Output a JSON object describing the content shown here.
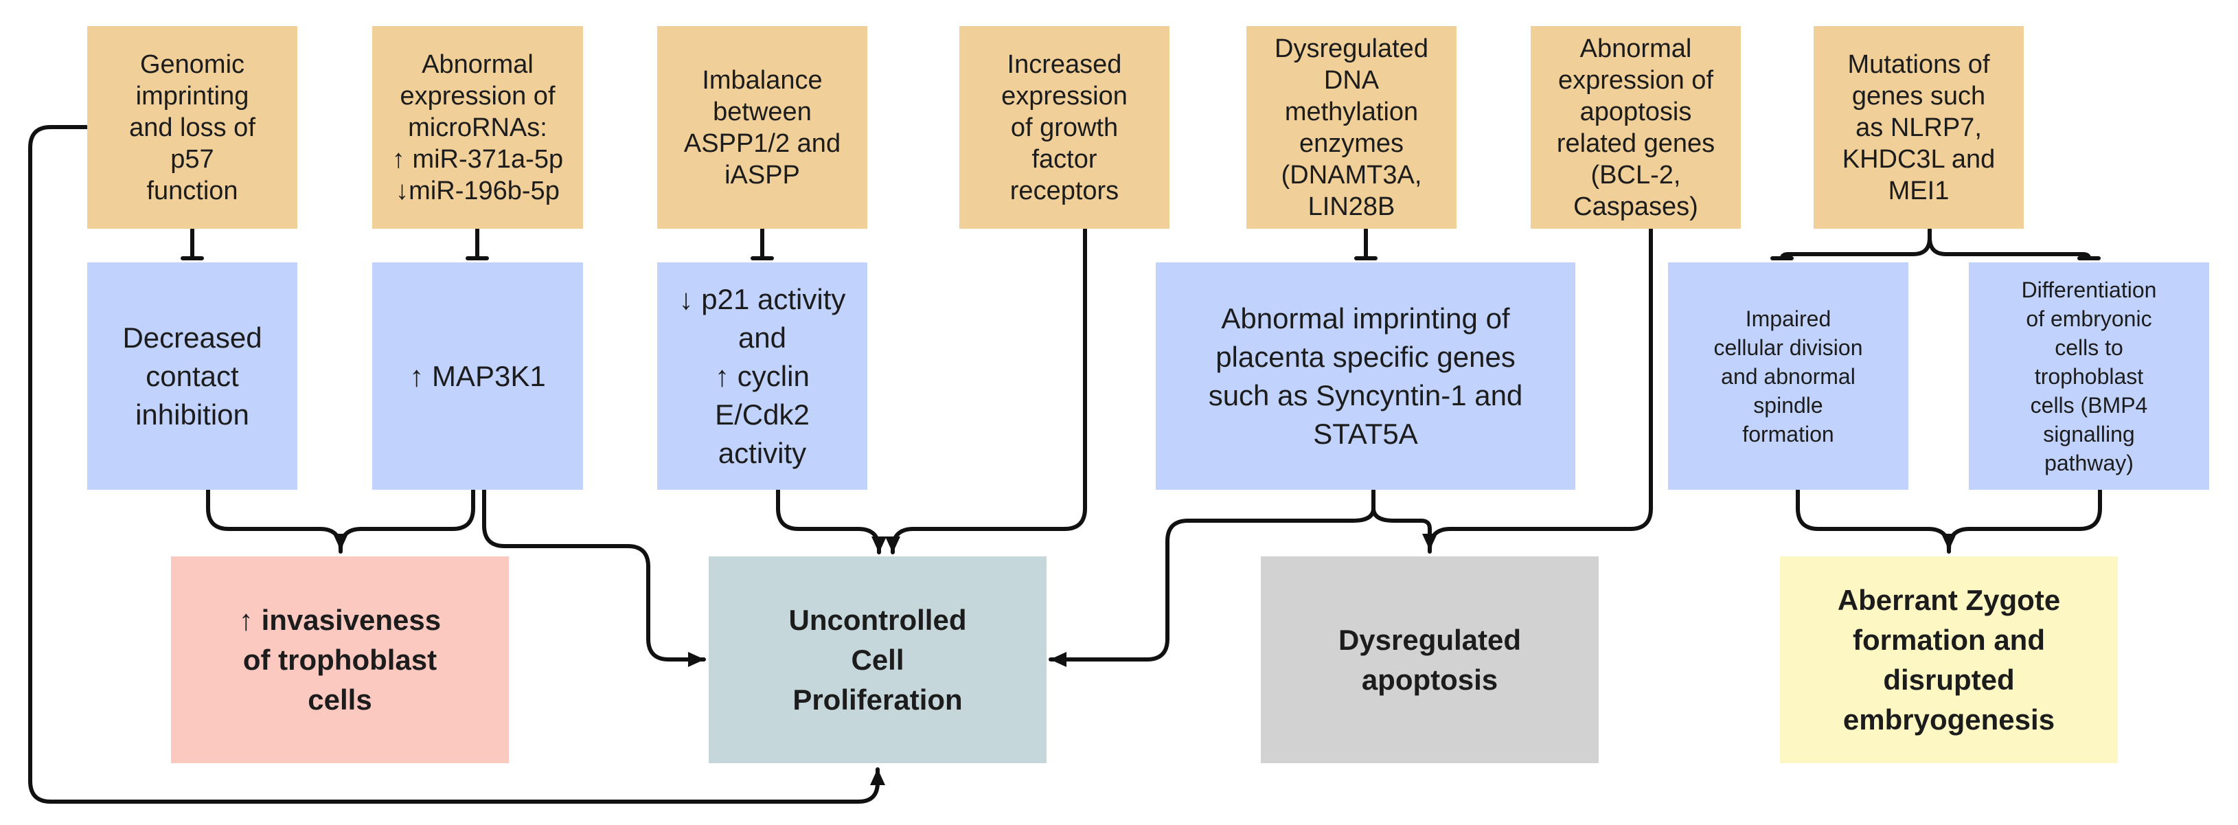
{
  "diagram": {
    "causes": [
      "Genomic\nimprinting\nand loss of\np57\nfunction",
      "Abnormal\nexpression of\nmicroRNAs:\n↑ miR-371a-5p\n↓miR-196b-5p",
      "Imbalance\nbetween\nASPP1/2 and\niASPP",
      "Increased\nexpression\nof growth\nfactor\nreceptors",
      "Dysregulated\nDNA\nmethylation\nenzymes\n(DNAMT3A,\nLIN28B",
      "Abnormal\nexpression of\napoptosis\nrelated genes\n(BCL-2,\nCaspases)",
      "Mutations of\ngenes such\nas NLRP7,\nKHDC3L and\nMEI1"
    ],
    "mechanisms": [
      "Decreased\ncontact\ninhibition",
      "↑ MAP3K1",
      "↓ p21 activity\nand\n↑ cyclin\nE/Cdk2\nactivity",
      "Abnormal imprinting of\nplacenta specific genes\nsuch as Syncyntin-1 and\nSTAT5A",
      "Impaired\ncellular division\nand abnormal\nspindle\nformation",
      "Differentiation\nof embryonic\ncells to\ntrophoblast\ncells (BMP4\nsignalling\npathway)"
    ],
    "outcomes": [
      "↑ invasiveness\nof trophoblast\ncells",
      "Uncontrolled\nCell\nProliferation",
      "Dysregulated\napoptosis",
      "Aberrant Zygote\nformation and\ndisrupted\nembryogenesis"
    ],
    "colors": {
      "cause": "#f0cf98",
      "mechanism": "#c1d3fd",
      "invasiveness": "#fcc9c1",
      "proliferation": "#c5d7db",
      "apoptosis": "#d2d2d2",
      "embryogenesis": "#fdf7c3",
      "line": "#111111"
    }
  }
}
